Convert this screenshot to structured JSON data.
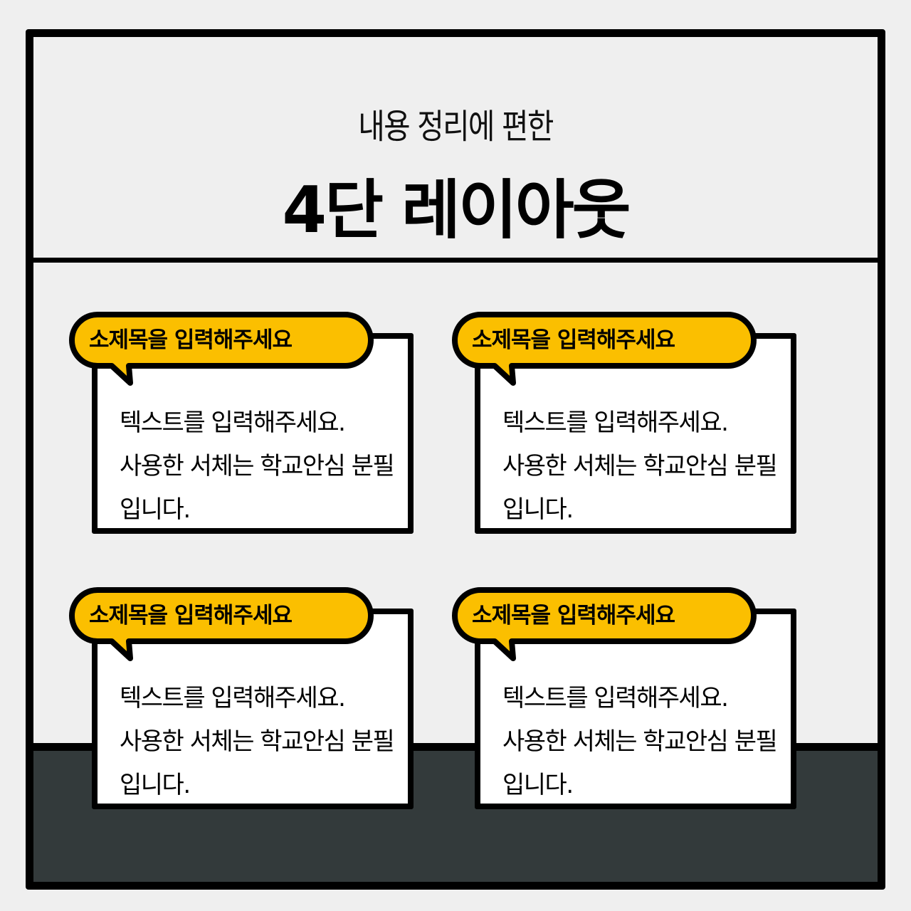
{
  "header": {
    "subtitle": "내용 정리에 편한",
    "title": "4단 레이아웃"
  },
  "colors": {
    "background": "#efefef",
    "frame": "#000000",
    "accent_yellow": "#fbbf00",
    "dark_band": "#333a3b",
    "card_bg": "#ffffff"
  },
  "cards": [
    {
      "heading": "소제목을 입력해주세요",
      "lines": [
        "텍스트를 입력해주세요.",
        "사용한 서체는 학교안심 분필",
        "입니다."
      ]
    },
    {
      "heading": "소제목을 입력해주세요",
      "lines": [
        "텍스트를 입력해주세요.",
        "사용한 서체는 학교안심 분필",
        "입니다."
      ]
    },
    {
      "heading": "소제목을 입력해주세요",
      "lines": [
        "텍스트를 입력해주세요.",
        "사용한 서체는 학교안심 분필",
        "입니다."
      ]
    },
    {
      "heading": "소제목을 입력해주세요",
      "lines": [
        "텍스트를 입력해주세요.",
        "사용한 서체는 학교안심 분필",
        "입니다."
      ]
    }
  ]
}
